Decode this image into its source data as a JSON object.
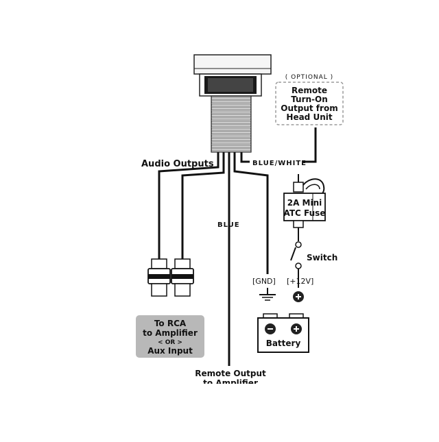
{
  "labels": {
    "optional": "( OPTIONAL )",
    "remote_turn_on": [
      "Remote",
      "Turn-On",
      "Output from",
      "Head Unit"
    ],
    "audio_outputs": "Audio Outputs",
    "blue_white": "BLUE/WHITE",
    "blue": "BLUE",
    "fuse": [
      "2A Mini",
      "ATC Fuse"
    ],
    "switch": "Switch",
    "gnd": "[GND]",
    "plus12v": "[+12V]",
    "battery": "Battery",
    "rca_box": [
      "To RCA",
      "to Amplifier",
      "< OR >",
      "Aux Input"
    ],
    "remote_output": [
      "Remote Output",
      "to Amplifier"
    ]
  },
  "colors": {
    "wire": "#111111",
    "rca_box_fill": "#b8b8b8",
    "dashed_border": "#9a9a9a",
    "device_fill": "#f2f2f2"
  }
}
